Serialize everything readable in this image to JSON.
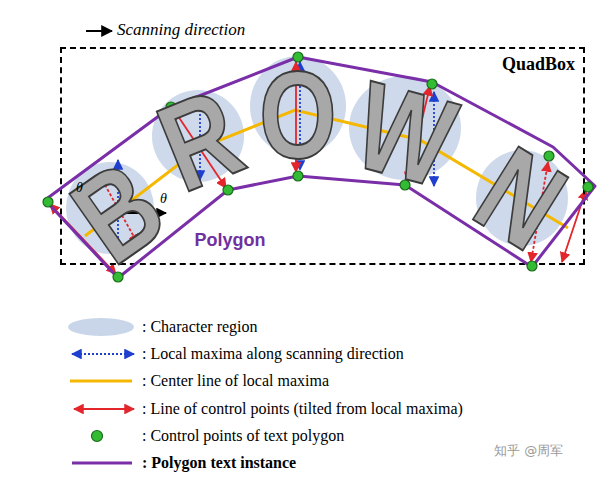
{
  "diagram": {
    "nodes": [
      {
        "text": [
          "QuadBox"
        ]
      },
      {
        "text": [
          "Polygon"
        ],
        "in": 0
      }
    ],
    "labels": [
      "Scanning direction",
      "B",
      "R",
      "O",
      "W",
      "N",
      "θ",
      "θ",
      "知乎 @周军"
    ],
    "legend": [
      {
        "text": ": Character region",
        "color": "#c9d6ea"
      },
      {
        "text": ": Local maxima along scanning direction"
      },
      {
        "text": ": Center line of local maxima"
      },
      {
        "text": ": Line of control points (tilted from local maxima)"
      },
      {
        "text": ": Control points of text polygon",
        "color": "#33bb33"
      },
      {
        "text": ": Polygon text instance"
      }
    ]
  }
}
